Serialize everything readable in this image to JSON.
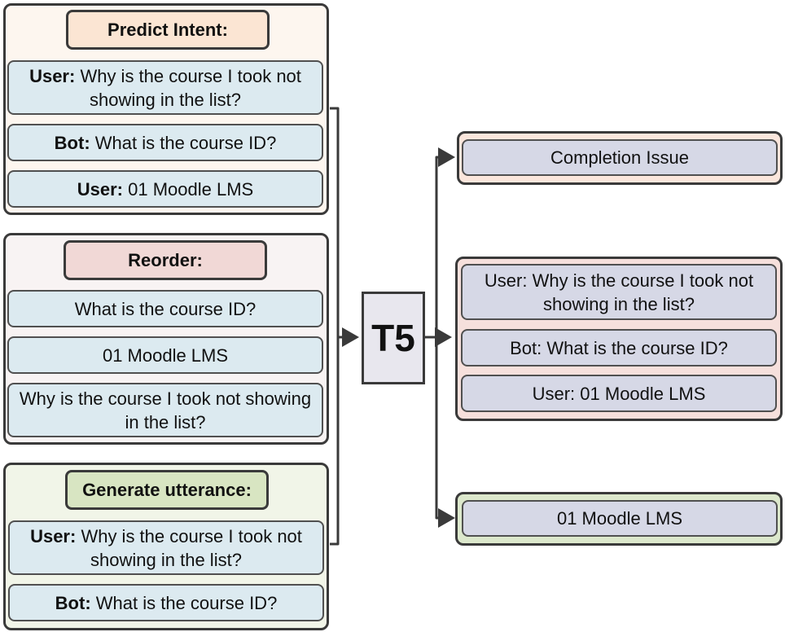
{
  "inputs": [
    {
      "header": "Predict Intent:",
      "messages": [
        {
          "speaker": "User:",
          "text": " Why is the course I took not showing in the list?"
        },
        {
          "speaker": "Bot:",
          "text": " What is the course ID?"
        },
        {
          "speaker": "User:",
          "text": " 01 Moodle LMS"
        }
      ]
    },
    {
      "header": "Reorder:",
      "messages": [
        {
          "speaker": "",
          "text": "What is the course ID?"
        },
        {
          "speaker": "",
          "text": "01 Moodle LMS"
        },
        {
          "speaker": "",
          "text": "Why is the course I took not showing in the list?"
        }
      ]
    },
    {
      "header": "Generate utterance:",
      "messages": [
        {
          "speaker": "User:",
          "text": " Why is the course I took not showing in the list?"
        },
        {
          "speaker": "Bot:",
          "text": " What is the course ID?"
        }
      ]
    }
  ],
  "model": "T5",
  "outputs": [
    {
      "messages": [
        "Completion Issue"
      ]
    },
    {
      "messages": [
        "User: Why is the course I took not showing in the list?",
        "Bot: What is the course ID?",
        "User: 01 Moodle LMS"
      ]
    },
    {
      "messages": [
        "01 Moodle LMS"
      ]
    }
  ],
  "colors": {
    "panel1_bg": "#fdf6ef",
    "header1_bg": "#fbe5d3",
    "panel2_bg": "#f8f3f3",
    "header2_bg": "#f1d8d6",
    "panel3_bg": "#f1f5e8",
    "header3_bg": "#d8e5c2",
    "message_bg": "#dceaf0",
    "output_msg_bg": "#d6d8e6",
    "out1_bg": "#fbe6dc",
    "out2_bg": "#f6e0dc",
    "out3_bg": "#dce8cc"
  }
}
